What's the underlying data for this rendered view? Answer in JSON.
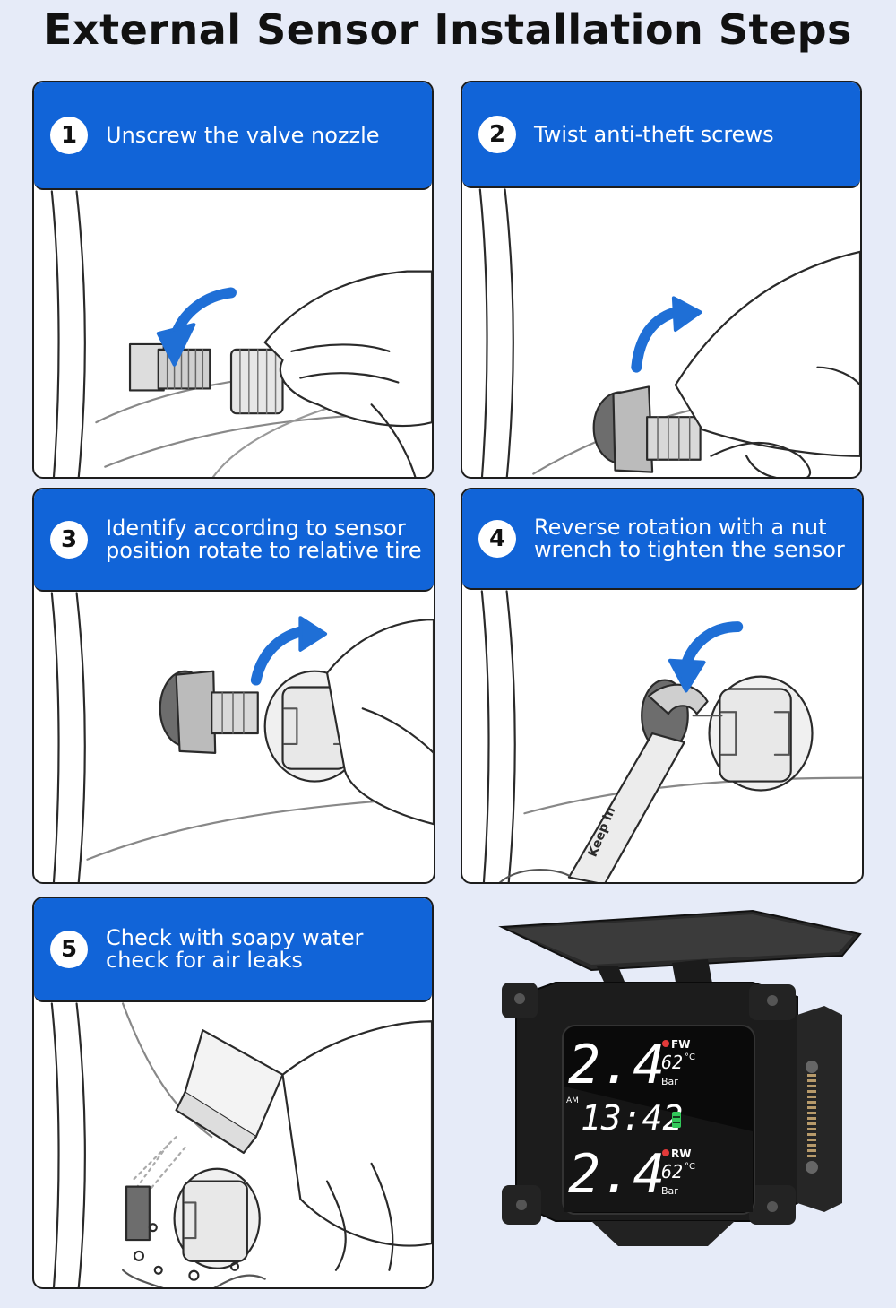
{
  "title": "External Sensor Installation Steps",
  "colors": {
    "header_blue": "#1164d8",
    "background": "#e6ebf8",
    "outline": "#1d1d1d"
  },
  "steps": [
    {
      "number": "1",
      "text": "Unscrew the valve nozzle"
    },
    {
      "number": "2",
      "text": "Twist anti-theft screws"
    },
    {
      "number": "3",
      "text": "Identify according to sensor position rotate to relative tire"
    },
    {
      "number": "4",
      "text": "Reverse rotation with a nut wrench to tighten the sensor"
    },
    {
      "number": "5",
      "text": "Check with soapy water check for air leaks"
    }
  ],
  "wrench_label": "Keep in",
  "display": {
    "front_pressure": "2.4",
    "front_label": "FW",
    "front_temp": "62",
    "rear_pressure": "2.4",
    "rear_label": "RW",
    "rear_temp": "62",
    "temp_unit": "°C",
    "pressure_unit": "Bar",
    "time": "13:42",
    "am_pm": "AM"
  }
}
